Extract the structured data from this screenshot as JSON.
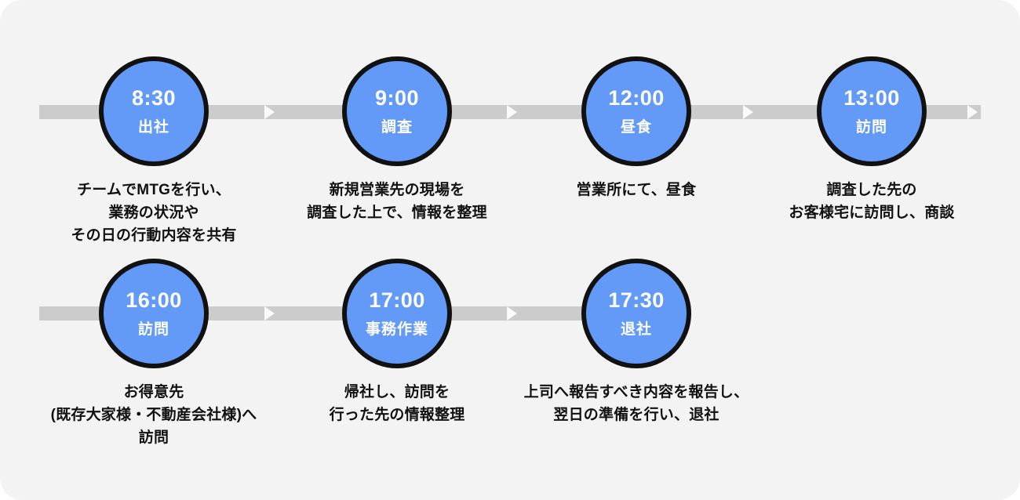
{
  "timeline": {
    "rows": [
      {
        "items": [
          {
            "time": "8:30",
            "label": "出社",
            "description": "チームでMTGを行い、\n業務の状況や\nその日の行動内容を共有"
          },
          {
            "time": "9:00",
            "label": "調査",
            "description": "新規営業先の現場を\n調査した上で、情報を整理"
          },
          {
            "time": "12:00",
            "label": "昼食",
            "description": "営業所にて、昼食"
          },
          {
            "time": "13:00",
            "label": "訪問",
            "description": "調査した先の\nお客様宅に訪問し、商談"
          }
        ]
      },
      {
        "items": [
          {
            "time": "16:00",
            "label": "訪問",
            "description": "お得意先\n(既存大家様・不動産会社様)へ\n訪問"
          },
          {
            "time": "17:00",
            "label": "事務作業",
            "description": "帰社し、訪問を\n行った先の情報整理"
          },
          {
            "time": "17:30",
            "label": "退社",
            "description": "上司へ報告すべき内容を報告し、\n翌日の準備を行い、退社"
          }
        ]
      }
    ]
  },
  "colors": {
    "panel_background": "#f3f3f3",
    "node_fill": "#639af7",
    "node_border": "#111111",
    "connector_bar": "#cccccc",
    "arrow": "#fafafa",
    "description_text": "#111111",
    "node_text": "#ffffff"
  }
}
